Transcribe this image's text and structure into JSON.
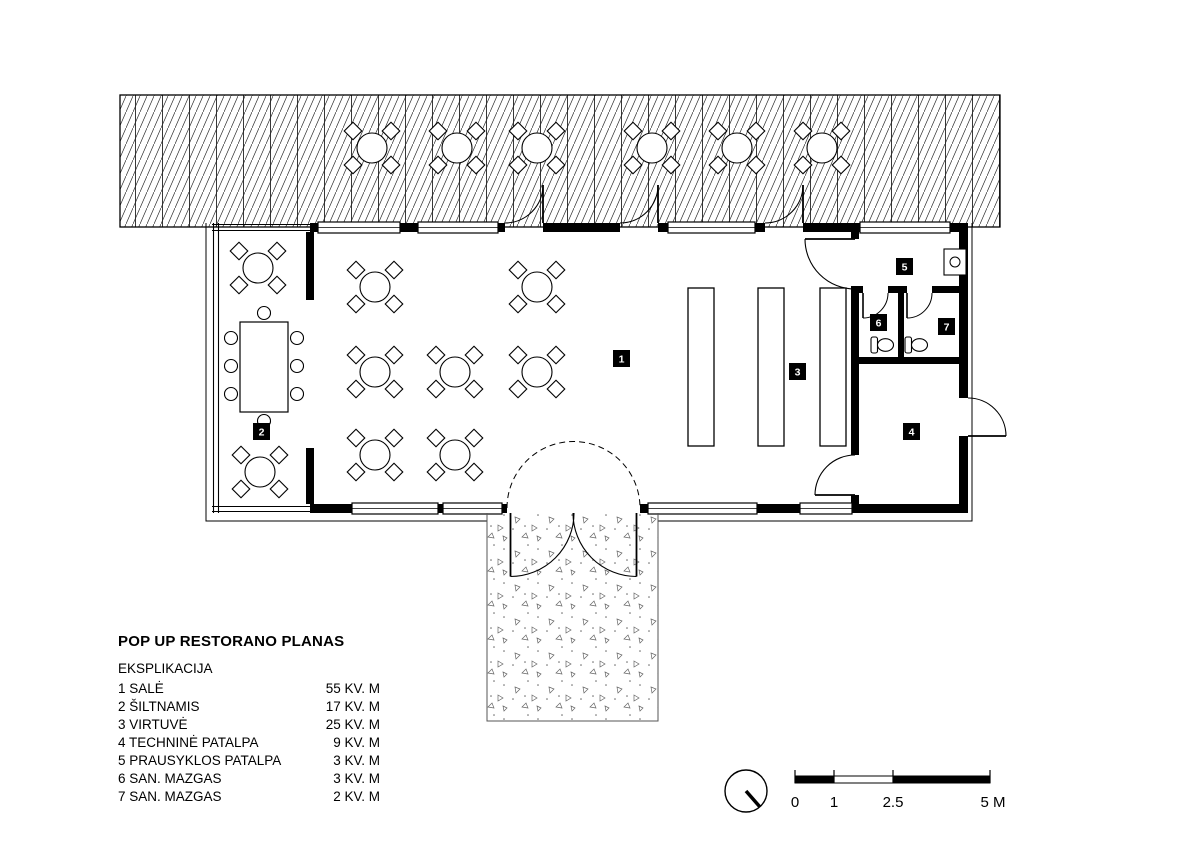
{
  "plan": {
    "title": "POP UP RESTORANO PLANAS",
    "legend_heading": "EKSPLIKACIJA",
    "legend_rows": [
      {
        "label": "1 SALĖ",
        "area": "55 KV. M"
      },
      {
        "label": "2 ŠILTNAMIS",
        "area": "17 KV. M"
      },
      {
        "label": "3 VIRTUVĖ",
        "area": "25 KV. M"
      },
      {
        "label": "4 TECHNINĖ PATALPA",
        "area": "9 KV. M"
      },
      {
        "label": "5 PRAUSYKLOS PATALPA",
        "area": "3 KV. M"
      },
      {
        "label": "6 SAN. MAZGAS",
        "area": "3 KV. M"
      },
      {
        "label": "7 SAN. MAZGAS",
        "area": "2 KV. M"
      }
    ],
    "room_labels": [
      "1",
      "2",
      "3",
      "4",
      "5",
      "6",
      "7"
    ],
    "scale_bar": {
      "tick_labels": [
        "0",
        "1",
        "2.5",
        "5 M"
      ]
    },
    "colors": {
      "line": "#000000",
      "background": "#ffffff",
      "stipple": "#666666"
    }
  }
}
